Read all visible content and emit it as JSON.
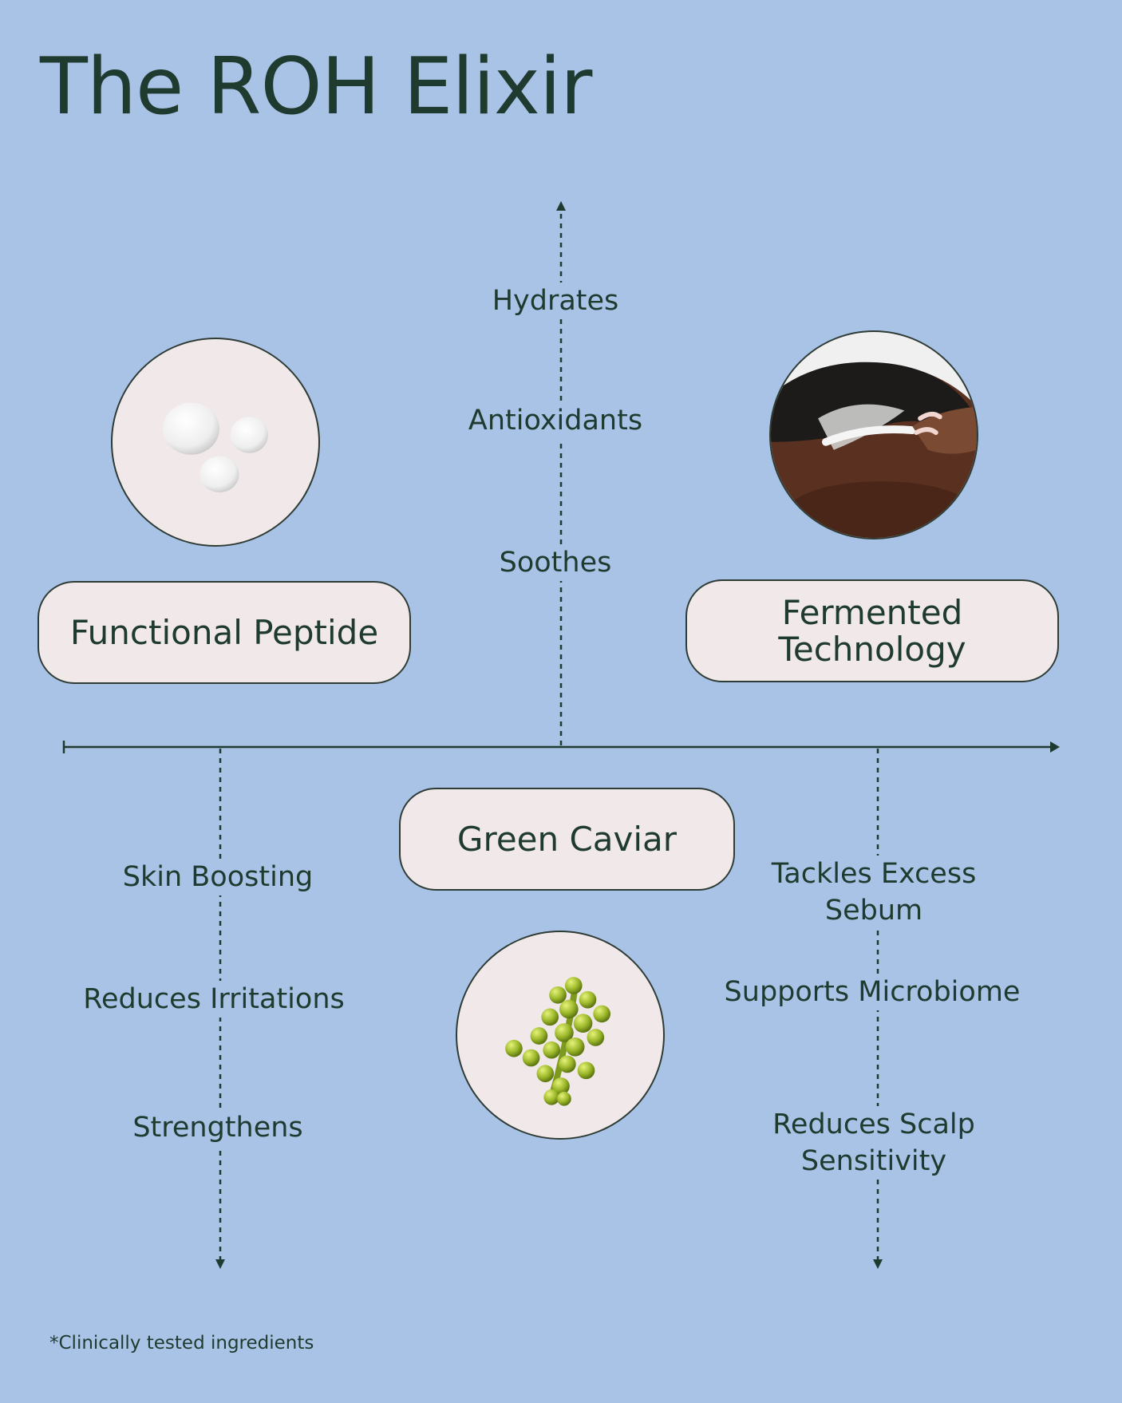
{
  "title": "The ROH Elixir",
  "ingredients": {
    "functional_peptide": {
      "label": "Functional Peptide",
      "icon": "cream-droplets-icon",
      "benefits": [
        "Skin Boosting",
        "Reduces Irritations",
        "Strengthens"
      ]
    },
    "green_caviar": {
      "label": "Green Caviar",
      "icon": "green-caviar-icon",
      "benefits": [
        "Hydrates",
        "Antioxidants",
        "Soothes"
      ]
    },
    "fermented_technology": {
      "label_line1": "Fermented",
      "label_line2": "Technology",
      "icon": "scalp-application-icon",
      "benefits": [
        {
          "line1": "Tackles Excess",
          "line2": "Sebum"
        },
        {
          "line1": "Supports Microbiome",
          "line2": ""
        },
        {
          "line1": "Reduces Scalp",
          "line2": "Sensitivity"
        }
      ]
    }
  },
  "footnote": "*Clinically tested ingredients",
  "colors": {
    "background": "#a8c3e6",
    "text": "#1f3a2e",
    "pill_fill": "#f1e9e9",
    "caviar_green": "#9cb82a",
    "skin_brown": "#5a3020"
  }
}
